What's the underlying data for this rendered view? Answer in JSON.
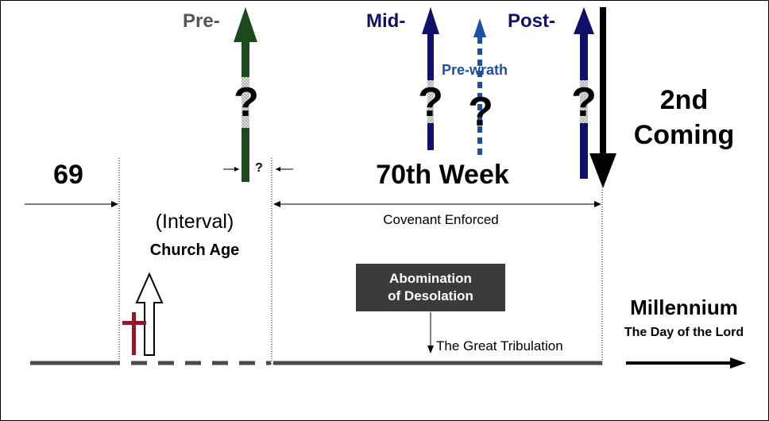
{
  "labels": {
    "pre": "Pre-",
    "mid": "Mid-",
    "prewrath": "Pre-wrath",
    "post": "Post-",
    "question": "?",
    "small_question": "?",
    "second_coming_line1": "2nd",
    "second_coming_line2": "Coming",
    "sixty_nine": "69",
    "seventieth_week": "70th Week",
    "interval": "(Interval)",
    "church_age": "Church Age",
    "covenant": "Covenant Enforced",
    "abomination_line1": "Abomination",
    "abomination_line2": "of Desolation",
    "great_tribulation": "The Great Tribulation",
    "millennium": "Millennium",
    "day_of_lord": "The Day of the Lord"
  },
  "colors": {
    "pre_arrow": "#1d4a1d",
    "mid_arrow": "#10106b",
    "prewrath_arrow": "#1f4fa3",
    "post_arrow": "#10106b",
    "cross": "#8b1a2b",
    "timeline": "#4a4a4a",
    "abomination_box": "#3b3b3b"
  }
}
